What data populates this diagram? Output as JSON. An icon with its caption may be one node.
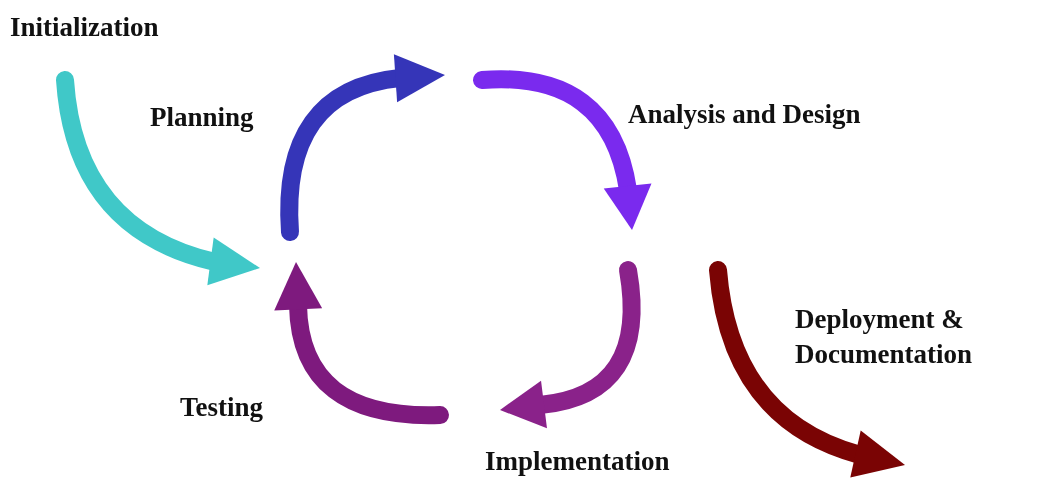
{
  "diagram": {
    "labels": [
      "Initialization",
      "Planning",
      "Analysis and Design",
      "Deployment & Documentation",
      "Testing",
      "Implementation"
    ]
  }
}
